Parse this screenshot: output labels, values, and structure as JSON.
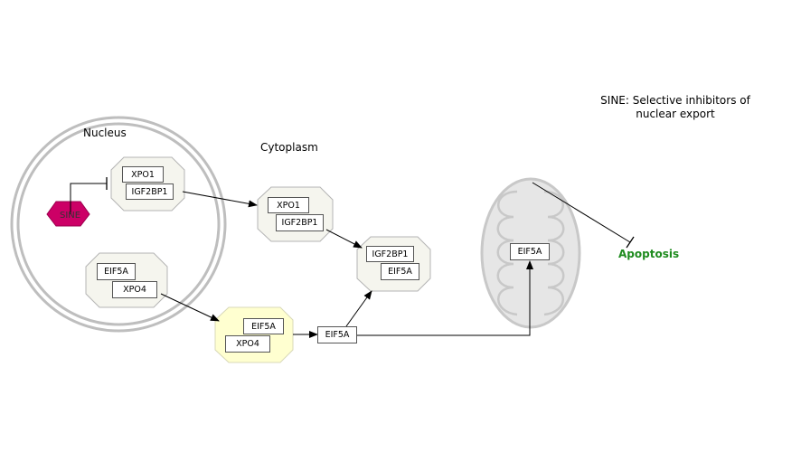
{
  "labels": {
    "nucleus": "Nucleus",
    "cytoplasm": "Cytoplasm",
    "note_line1": "SINE: Selective inhibitors of",
    "note_line2": "nuclear export"
  },
  "drug": {
    "label": "SINE",
    "color": "#cc0066"
  },
  "phenotype": {
    "label": "Apoptosis",
    "color": "#1e8b1e"
  },
  "complexes": {
    "nuclear_xpo1_igf2bp1": {
      "members": [
        "XPO1",
        "IGF2BP1"
      ]
    },
    "nuclear_eif5a_xpo4": {
      "members": [
        "EIF5A",
        "XPO4"
      ]
    },
    "cyto_xpo1_igf2bp1": {
      "members": [
        "XPO1",
        "IGF2BP1"
      ]
    },
    "cyto_eif5a_xpo4": {
      "members": [
        "EIF5A",
        "XPO4"
      ],
      "fill": "#ffffd0"
    },
    "cyto_igf2bp1_eif5a": {
      "members": [
        "IGF2BP1",
        "EIF5A"
      ]
    }
  },
  "genes": {
    "free_eif5a": "EIF5A",
    "mito_eif5a": "EIF5A"
  },
  "colors": {
    "complex_fill": "#f5f5ee",
    "complex_stroke": "#b4b4b4",
    "compartment_stroke": "#bebebe",
    "mito_fill": "#e6e6e6"
  }
}
